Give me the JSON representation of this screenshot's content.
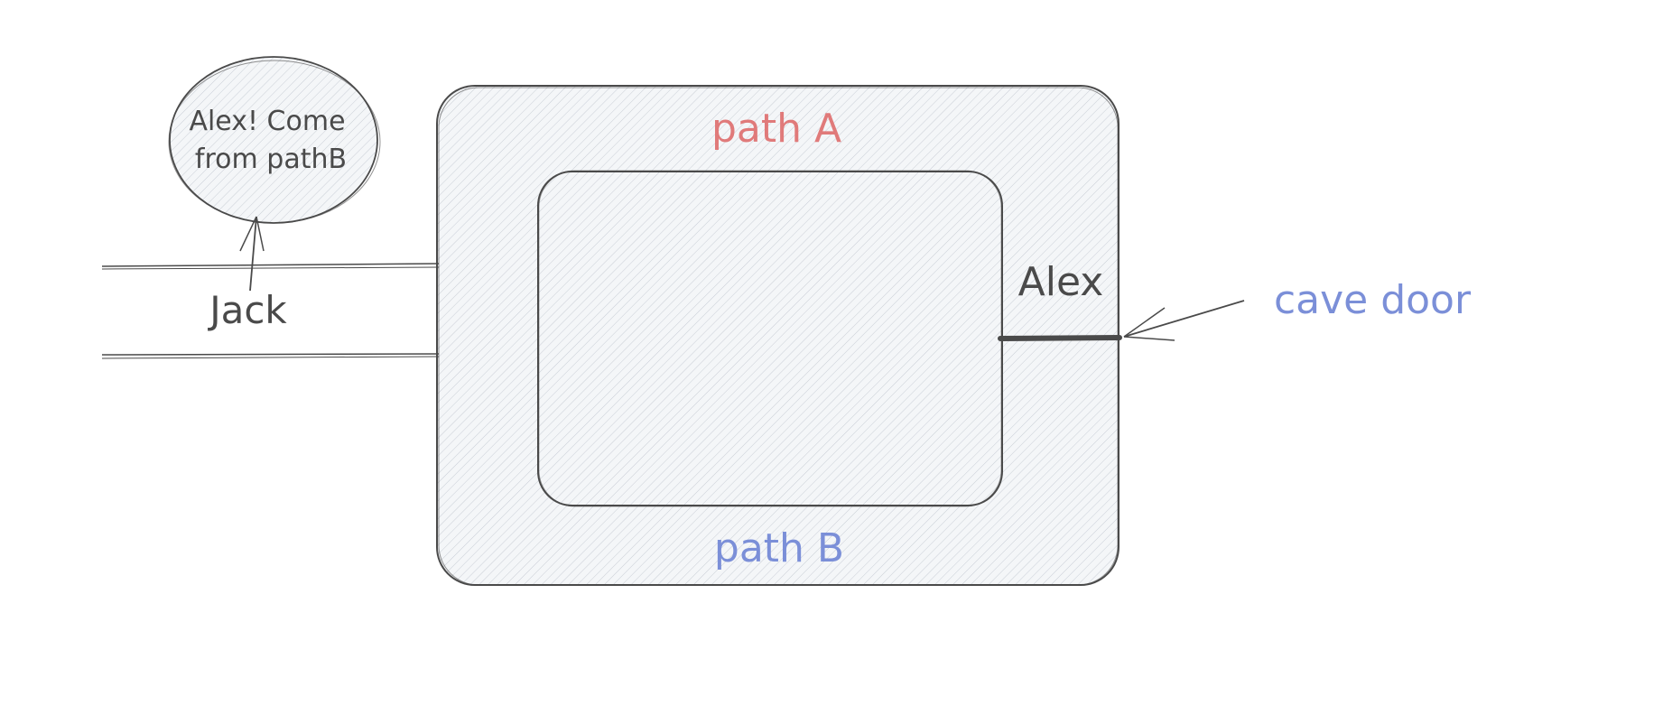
{
  "diagram": {
    "speech_bubble": {
      "line1": "Alex! Come",
      "line2": "from pathB"
    },
    "labels": {
      "jack": "Jack",
      "path_a": "path A",
      "path_b": "path B",
      "alex": "Alex",
      "cave_door": "cave door"
    },
    "colors": {
      "ink": "#4a4a4a",
      "path_a": "#e07a7a",
      "path_b": "#7b8fd8",
      "cave_door": "#7b8fd8",
      "hatch": "#c9ced6",
      "fill": "#f4f6f8"
    }
  }
}
